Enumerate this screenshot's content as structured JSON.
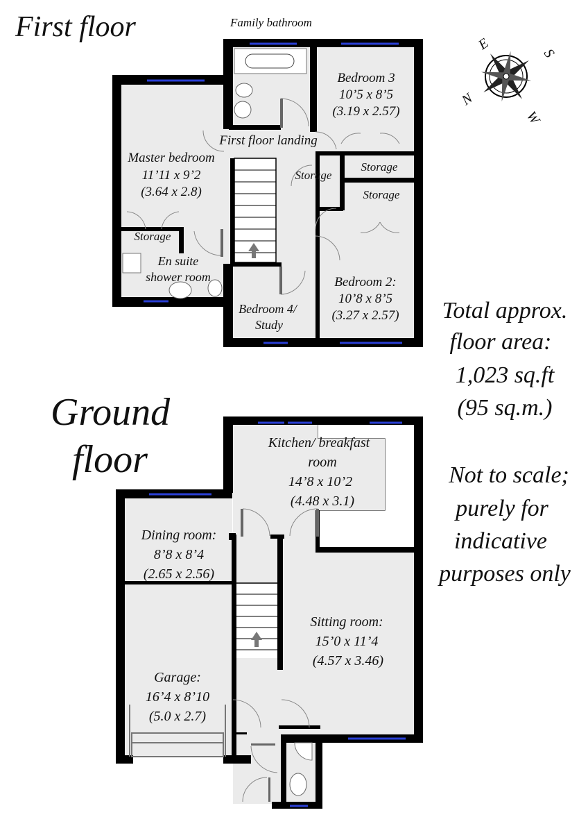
{
  "headings": {
    "first_floor": "First floor",
    "ground_floor_line1": "Ground",
    "ground_floor_line2": "floor"
  },
  "first_floor_rooms": {
    "family_bathroom": "Family bathroom",
    "bedroom3": {
      "name": "Bedroom 3",
      "imperial": "10’5 x 8’5",
      "metric": "(3.19 x 2.57)"
    },
    "landing": "First floor landing",
    "master": {
      "name": "Master bedroom",
      "imperial": "11’11 x 9’2",
      "metric": "(3.64 x 2.8)"
    },
    "storage_landing": "Storage",
    "storage_bed3": "Storage",
    "storage_bed2": "Storage",
    "storage_master": "Storage",
    "ensuite": {
      "line1": "En suite",
      "line2": "shower room"
    },
    "bedroom4": {
      "line1": "Bedroom 4/",
      "line2": "Study"
    },
    "bedroom2": {
      "name": "Bedroom 2:",
      "imperial": "10’8 x 8’5",
      "metric": "(3.27 x 2.57)"
    }
  },
  "ground_floor_rooms": {
    "kitchen": {
      "line1": "Kitchen/ breakfast",
      "line2": "room",
      "imperial": "14’8 x 10’2",
      "metric": "(4.48 x 3.1)"
    },
    "dining": {
      "name": "Dining room:",
      "imperial": "8’8 x 8’4",
      "metric": "(2.65 x 2.56)"
    },
    "sitting": {
      "name": "Sitting room:",
      "imperial": "15’0 x 11’4",
      "metric": "(4.57 x 3.46)"
    },
    "garage": {
      "name": "Garage:",
      "imperial": "16’4 x 8’10",
      "metric": "(5.0 x 2.7)"
    }
  },
  "area_note": {
    "line1": "Total approx.",
    "line2": "floor area:",
    "line3": "1,023 sq.ft",
    "line4": "(95 sq.m.)"
  },
  "disclaimer": {
    "line1": "Not to scale;",
    "line2": "purely for",
    "line3": "indicative",
    "line4": "purposes only"
  },
  "compass": {
    "n": "N",
    "e": "E",
    "s": "S",
    "w": "W"
  },
  "colors": {
    "floor": "#ebebeb",
    "wall": "#000000",
    "window": "#2a3fd6"
  }
}
